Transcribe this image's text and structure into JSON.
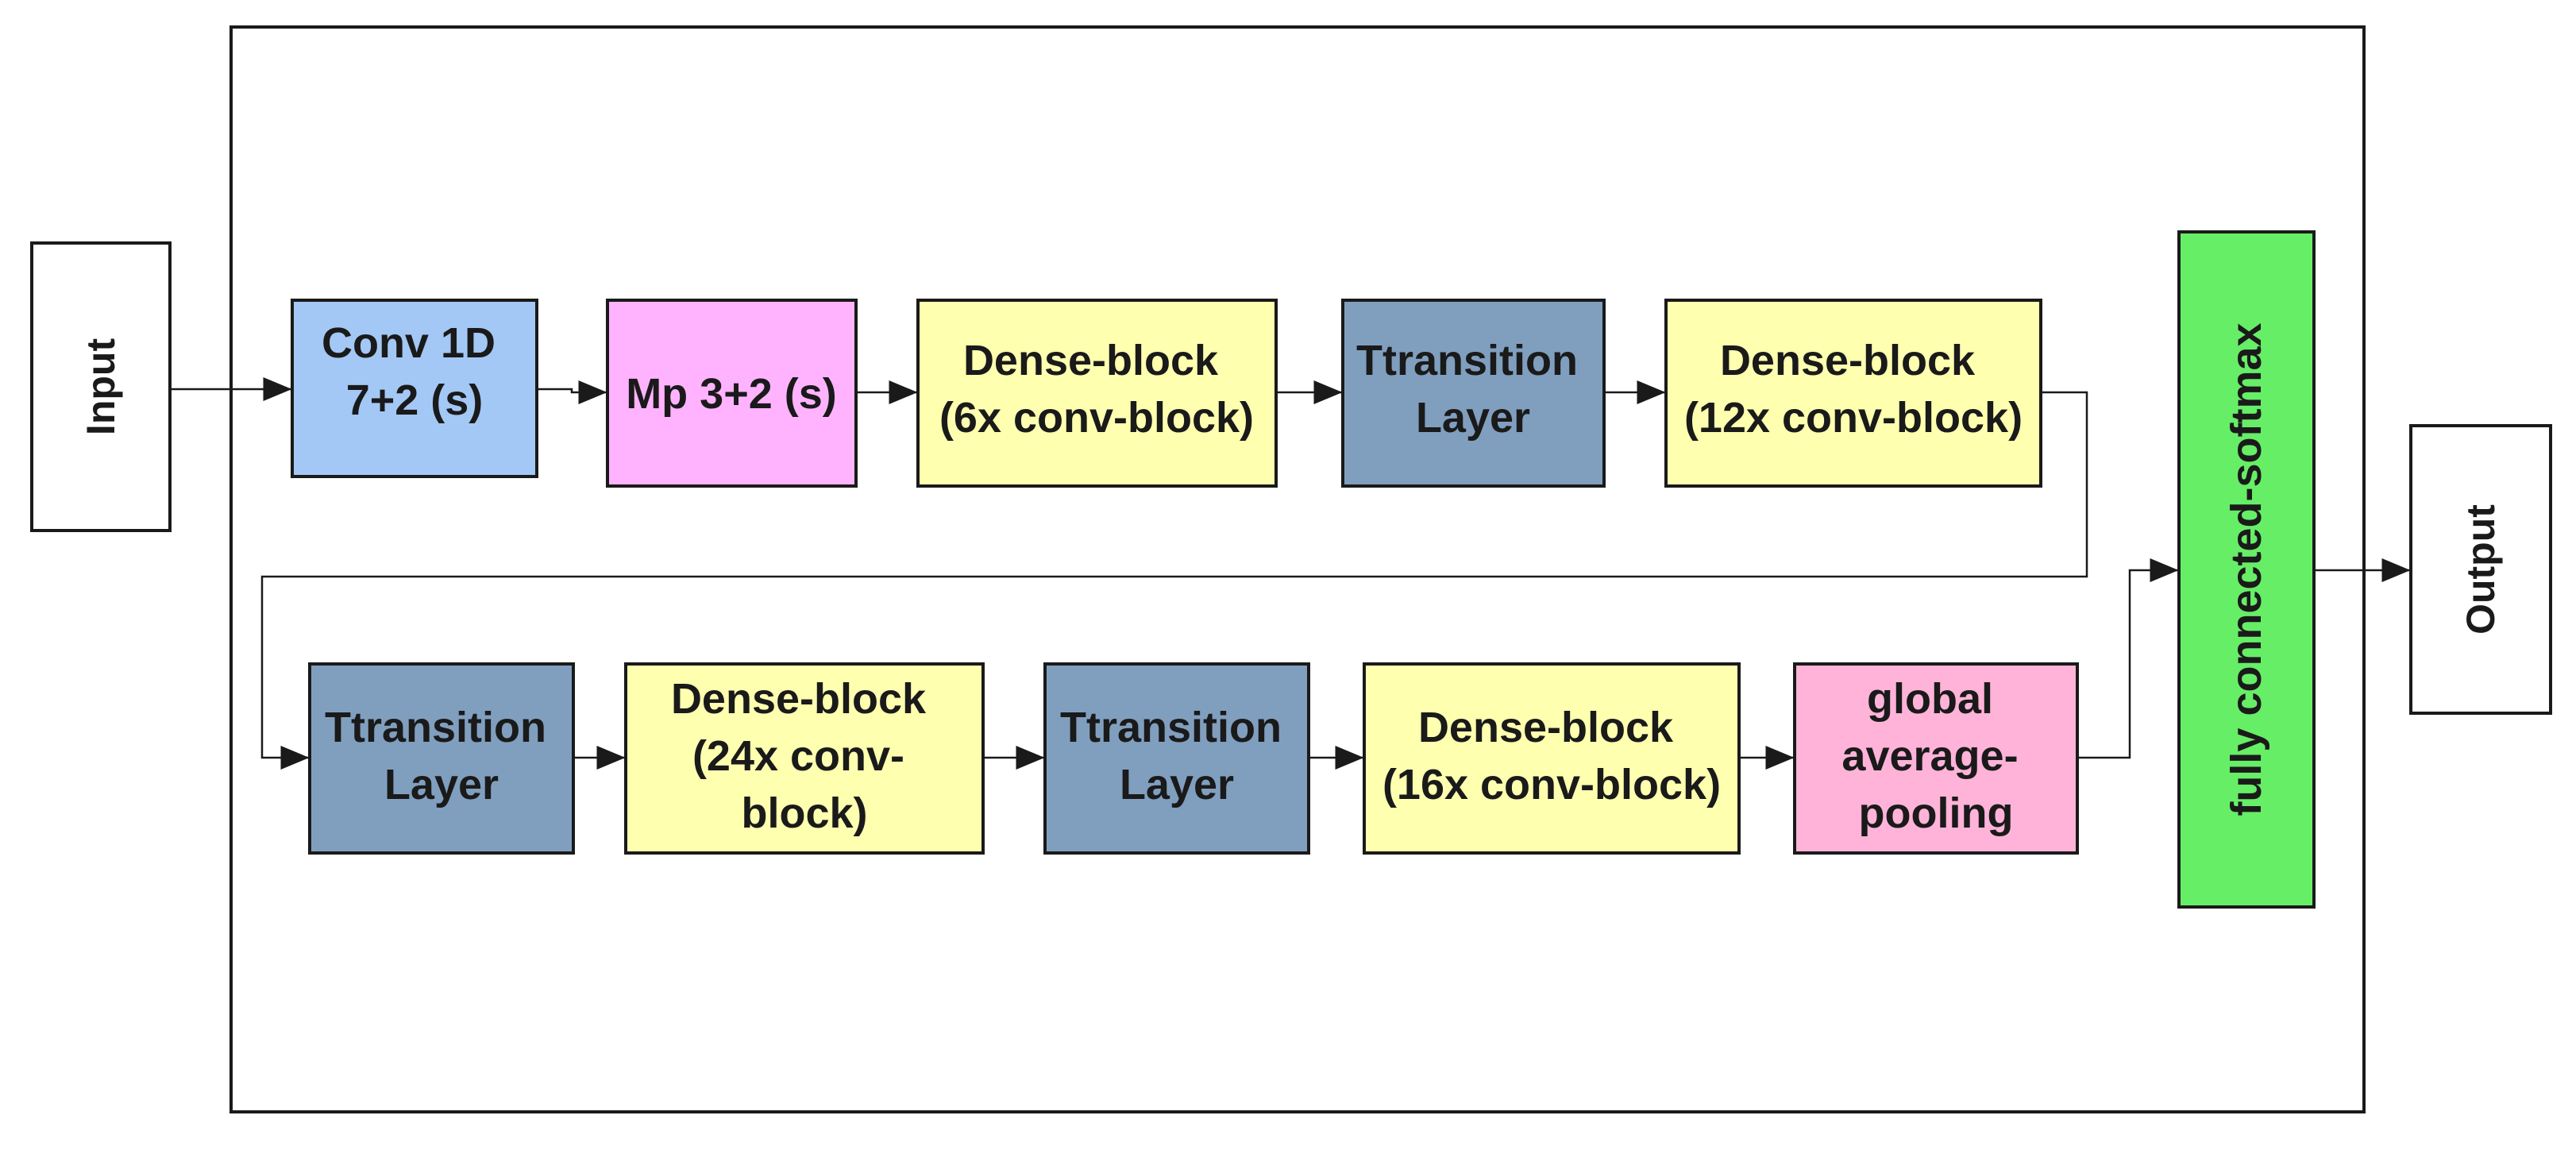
{
  "colors": {
    "conv": "#a3c8f5",
    "maxpool": "#ffb3ff",
    "dense": "#ffffb0",
    "transition": "#809fbf",
    "pooling": "#ffb3d9",
    "softmax": "#66ee66",
    "io": "#ffffff"
  },
  "input": {
    "label": "Input"
  },
  "output": {
    "label": "Output"
  },
  "fc": {
    "label": "fully connected-softmax"
  },
  "row1": [
    {
      "id": "conv1d",
      "lines": [
        "Conv 1D",
        "7+2 (s)"
      ]
    },
    {
      "id": "maxpool",
      "lines": [
        "Mp 3+2 (s)"
      ]
    },
    {
      "id": "dense6",
      "lines": [
        "Dense-block",
        "(6x conv-block)"
      ]
    },
    {
      "id": "trans1",
      "lines": [
        "Ttransition",
        "Layer"
      ]
    },
    {
      "id": "dense12",
      "lines": [
        "Dense-block",
        "(12x conv-block)"
      ]
    }
  ],
  "row2": [
    {
      "id": "trans2",
      "lines": [
        "Ttransition",
        "Layer"
      ]
    },
    {
      "id": "dense24",
      "lines": [
        "Dense-block",
        "(24x conv-",
        "block)"
      ]
    },
    {
      "id": "trans3",
      "lines": [
        "Ttransition",
        "Layer"
      ]
    },
    {
      "id": "dense16",
      "lines": [
        "Dense-block",
        "(16x conv-block)"
      ]
    },
    {
      "id": "gap",
      "lines": [
        "global",
        "average-",
        "pooling"
      ]
    }
  ]
}
